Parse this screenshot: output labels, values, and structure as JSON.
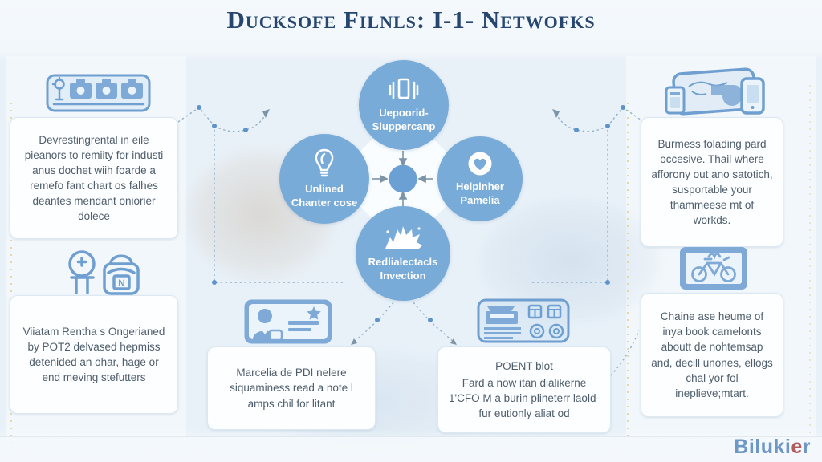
{
  "title": "Ducksofe Filnls: I-1- Netwofks",
  "nodes": {
    "top": {
      "label1": "Uepoorid-",
      "label2": "Sluppercanp"
    },
    "left": {
      "label1": "Unlined",
      "label2": "Chanter cose"
    },
    "right": {
      "label1": "Helpinher",
      "label2": "Pamelia"
    },
    "bottom": {
      "label1": "Redlialectacls",
      "label2": "Invection"
    }
  },
  "cards": {
    "top_left": {
      "text": "Devrestingrental in eile pieanors to remiity for industi anus dochet wiih foarde a remefo fant chart os falhes deantes mendant oniorier dolece"
    },
    "bottom_left": {
      "text": "Viiatam Rentha s Ongerianed by POT2 delvased hepmiss detenided an ohar, hage or end meving stefutters"
    },
    "bottom_center_left": {
      "text": "Marcelia de PDI nelere siquaminess read a note l amps chil for litant"
    },
    "bottom_center_right": {
      "heading": "POENT blot",
      "text": "Fard a now itan dialikerne 1'CFO M a burin plineterr laold-fur eutionly aliat od"
    },
    "top_right": {
      "text": "Burmess folading pard occesive. Thail where afforony out ano satotich, susportable your thammeese mt of workds."
    },
    "bottom_right": {
      "text": "Chaine ase heume of inya book camelonts aboutt de nohtemsap and, decill unones, ellogs chal yor fol ineplieve;mtart."
    }
  },
  "icons": {
    "top_left": "factory-machines",
    "middle_left": "person-with-bag",
    "bottom_center_left": "id-card",
    "bottom_center_right": "printer-with-cubes",
    "top_right": "devices",
    "bottom_right": "bicycle-frame",
    "node_top": "library-books",
    "node_left": "lightbulb",
    "node_right": "heart-badge",
    "node_bottom": "burst"
  },
  "watermark": {
    "part1": "Biluki",
    "part2": "e",
    "part3": "r"
  },
  "colors": {
    "node_fill": "#79abd9",
    "accent": "#6f9fd0",
    "title": "#27466f",
    "card_text": "#4e5d6c",
    "watermark_blue": "#6e97c6",
    "watermark_red": "#b25b5b"
  }
}
